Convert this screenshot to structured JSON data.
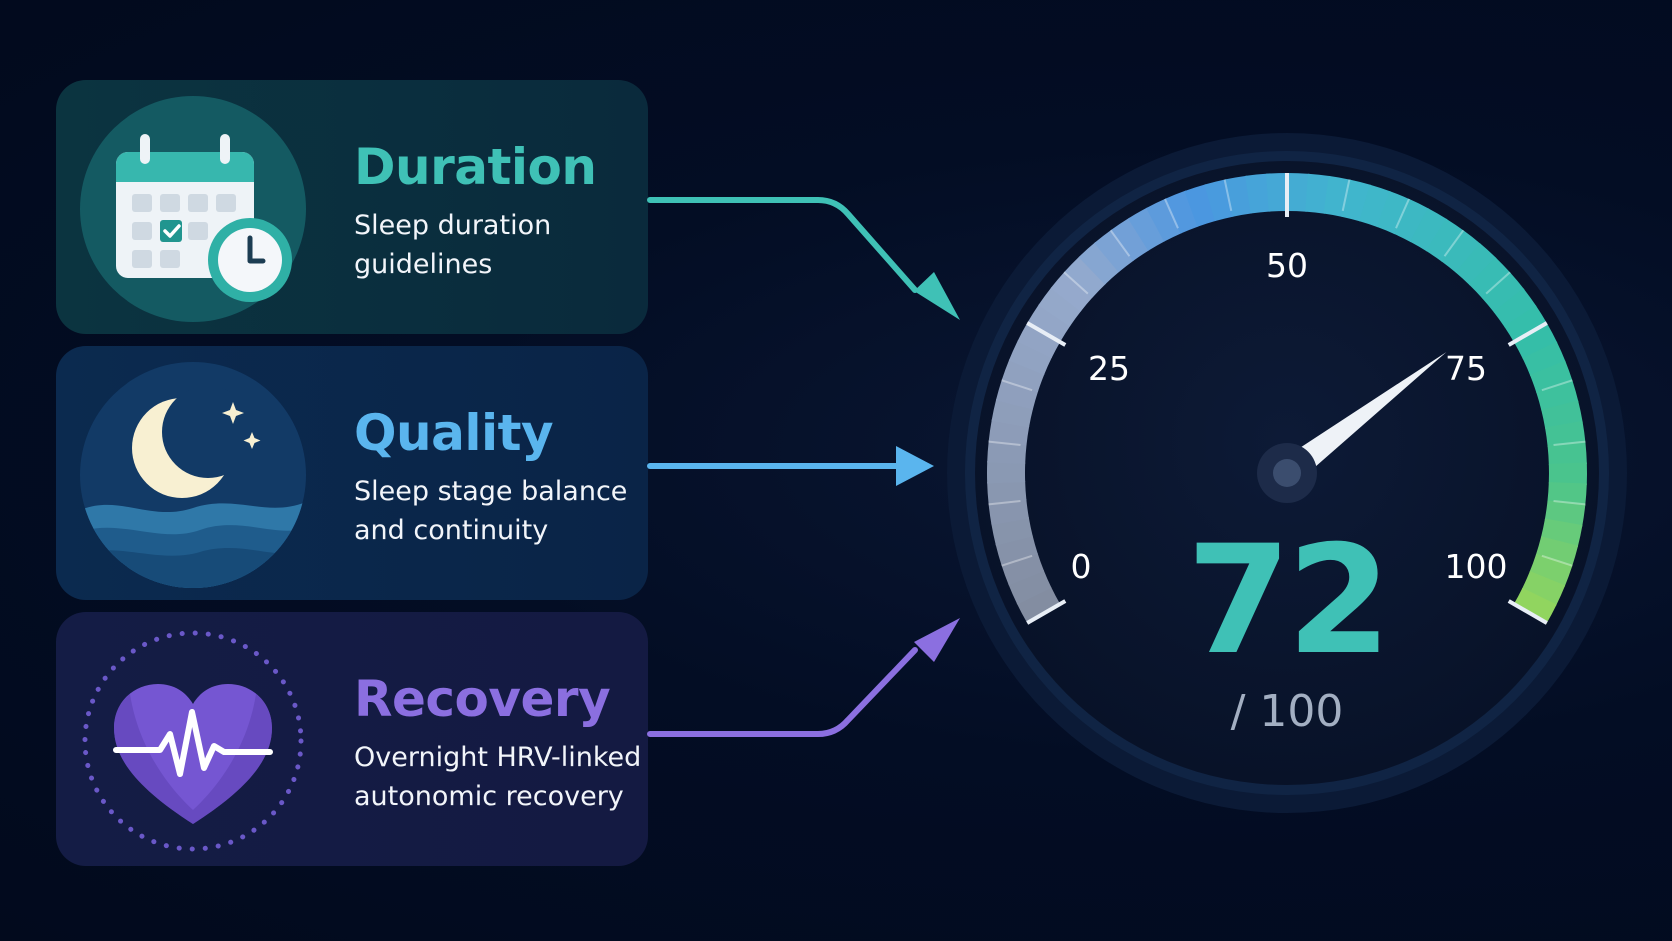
{
  "factors": [
    {
      "title": "Duration",
      "description": "Sleep duration guidelines",
      "color": "#3fc1b6",
      "icon": "calendar-clock-icon"
    },
    {
      "title": "Quality",
      "description": "Sleep stage balance and continuity",
      "color": "#5ab5ee",
      "icon": "moon-waves-icon"
    },
    {
      "title": "Recovery",
      "description": "Overnight HRV-linked autonomic recovery",
      "color": "#8b6fe0",
      "icon": "heart-pulse-icon"
    }
  ],
  "gauge": {
    "value": 72,
    "value_text": "72",
    "max_text": "/ 100",
    "min": 0,
    "max": 100,
    "tick_labels": [
      "0",
      "25",
      "50",
      "75",
      "100"
    ],
    "value_color": "#3fc1b6"
  }
}
